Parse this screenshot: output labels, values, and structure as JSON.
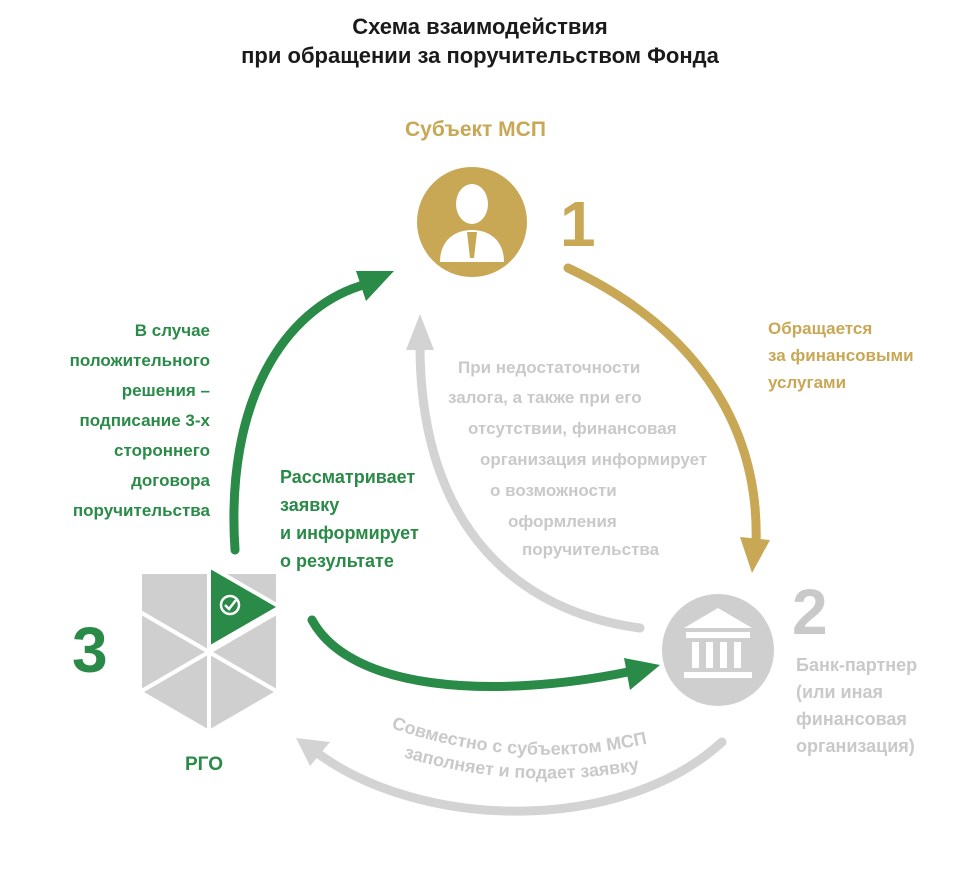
{
  "title": {
    "line1": "Схема взаимодействия",
    "line2": "при обращении за поручительством Фонда"
  },
  "nodes": {
    "msp": {
      "number": "1",
      "label": "Субъект МСП",
      "icon": "businessman-icon"
    },
    "bank": {
      "number": "2",
      "label_lines": [
        "Банк-партнер",
        "(или иная",
        "финансовая",
        "организация)"
      ],
      "icon": "bank-building-icon"
    },
    "rgo": {
      "number": "3",
      "label": "РГО",
      "icon": "hexagon-checkmark-icon"
    }
  },
  "arrows": {
    "msp_to_bank": {
      "lines": [
        "Обращается",
        "за финансовыми",
        "услугами"
      ]
    },
    "bank_to_msp": {
      "lines": [
        "При недостаточности",
        "залога, а также при его",
        "отсутствии, финансовая",
        "организация информирует",
        "о возможности",
        "оформления",
        "поручительства"
      ]
    },
    "rgo_to_bank": {
      "lines": [
        "Рассматривает",
        "заявку",
        "и информирует",
        "о результате"
      ]
    },
    "rgo_to_msp": {
      "lines": [
        "В случае",
        "положительного",
        "решения –",
        "подписание 3-х",
        "стороннего",
        "договора",
        "поручительства"
      ]
    },
    "bank_to_rgo": {
      "lines": [
        "Совместно с субъектом МСП",
        "заполняет и подает заявку"
      ]
    }
  },
  "colors": {
    "gold": "#c8a755",
    "green": "#2a8a48",
    "grey": "#c9c9c9",
    "dark_text": "#1a1a1a"
  }
}
